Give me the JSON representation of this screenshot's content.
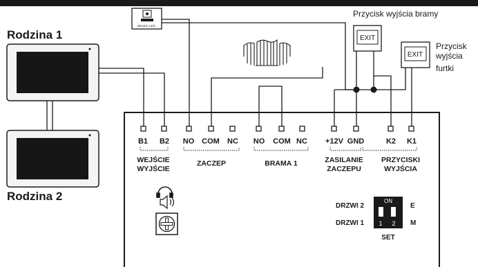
{
  "families": {
    "family1": "Rodzina 1",
    "family2": "Rodzina 2"
  },
  "devices": {
    "electric_lock_caption": "Electric Lock",
    "exit_gate_button_text": "EXIT",
    "exit_gate_label": "Przycisk wyjścia bramy",
    "exit_wicket_button_text": "EXIT",
    "exit_wicket_label_lines": [
      "Przycisk",
      "wyjścia",
      "furtki"
    ]
  },
  "terminals": [
    "B1",
    "B2",
    "NO",
    "COM",
    "NC",
    "NO",
    "COM",
    "NC",
    "+12V",
    "GND",
    "K2",
    "K1"
  ],
  "groups": {
    "input_line1": "WEJŚCIE",
    "input_line2": "WYJŚCIE",
    "lock": "ZACZEP",
    "gate": "BRAMA 1",
    "power_line1": "ZASILANIE",
    "power_line2": "ZACZEPU",
    "exit_line1": "PRZYCISKI",
    "exit_line2": "WYJŚCIA"
  },
  "dip": {
    "on_label": "ON",
    "door2": "DRZWI 2",
    "door1": "DRZWI 1",
    "switch1": "1",
    "switch2": "2",
    "e": "E",
    "m": "M",
    "set": "SET"
  },
  "colors": {
    "line": "#1a1a1a",
    "top_bar": "#1a1a1a",
    "monitor_frame": "#f4f4f4",
    "monitor_screen": "#161616"
  }
}
